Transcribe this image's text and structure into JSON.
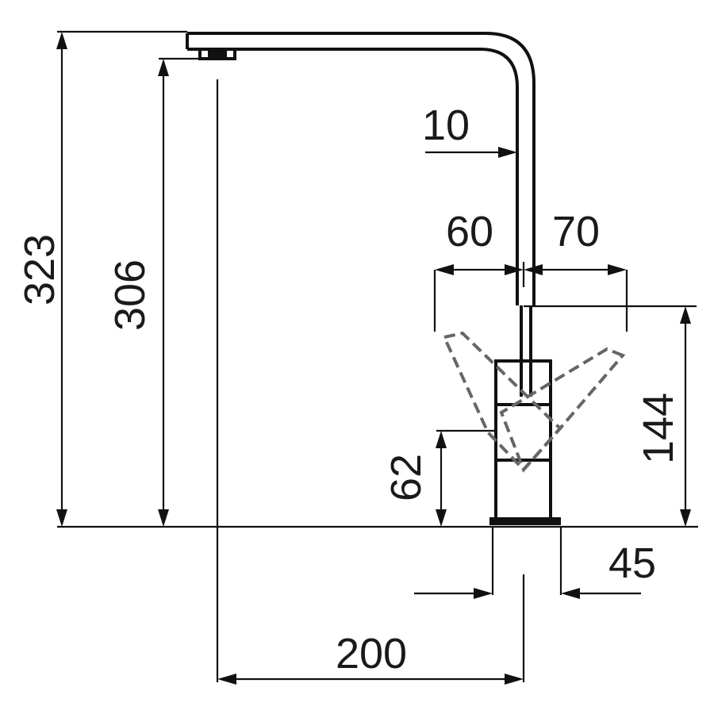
{
  "dimensions": {
    "total_height": "323",
    "spout_height": "306",
    "spout_thickness": "10",
    "swivel_left": "60",
    "swivel_right": "70",
    "body_height": "144",
    "handle_height": "62",
    "base_diameter": "45",
    "reach": "200"
  }
}
